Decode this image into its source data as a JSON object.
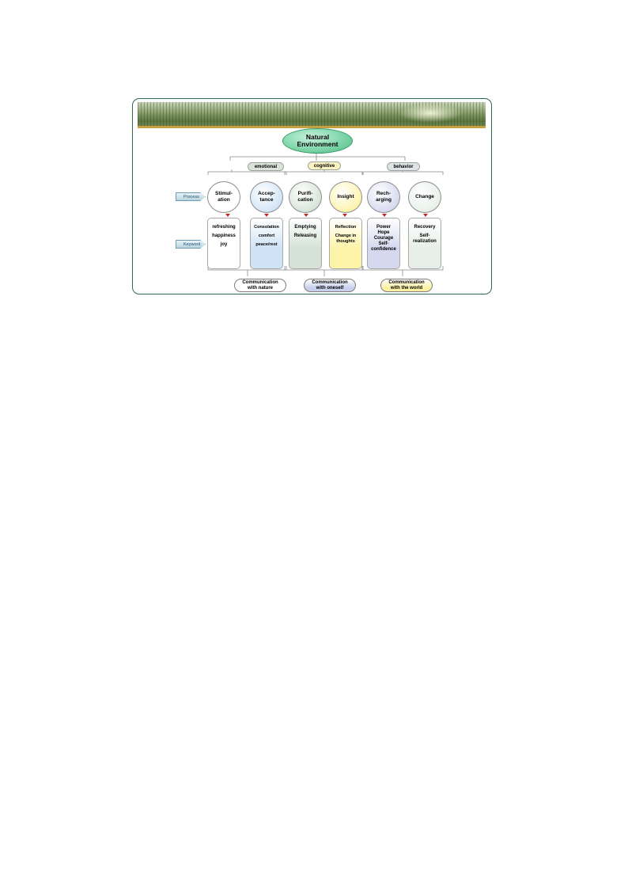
{
  "root": {
    "line1": "Natural",
    "line2": "Environment"
  },
  "domains": [
    {
      "label": "emotional",
      "bg": "#dde2dd"
    },
    {
      "label": "cognitive",
      "bg": "#fbf3c2"
    },
    {
      "label": "behavior",
      "bg": "#dfe2e6"
    }
  ],
  "row_tags": {
    "process": "Process",
    "keyword": "Keyword"
  },
  "processes": [
    {
      "label": "Stimul-\nation",
      "color": "#ffffff"
    },
    {
      "label": "Accep-\ntance",
      "color": "#cfe3f6"
    },
    {
      "label": "Purifi-\ncation",
      "color": "#d4e3d6"
    },
    {
      "label": "Insight",
      "color": "#fdf3a8"
    },
    {
      "label": "Rech-\narging",
      "color": "#d5d8ef"
    },
    {
      "label": "Change",
      "color": "#e7efe8"
    }
  ],
  "keywords": [
    {
      "items": [
        "refreshing",
        "happiness",
        "joy"
      ],
      "color": "#ffffff"
    },
    {
      "items": [
        "Consolation",
        "comfort",
        "peace/rest"
      ],
      "color": "#cfe3f6"
    },
    {
      "items": [
        "Emptying",
        "Releasing"
      ],
      "color": "#d4e3d6"
    },
    {
      "items": [
        "Reflection",
        "Change in thoughts"
      ],
      "color": "#fdf3a8"
    },
    {
      "items": [
        "Power",
        "Hope",
        "Courage",
        "Self-confidence"
      ],
      "color": "#d5d8ef"
    },
    {
      "items": [
        "Recovery",
        "Self-realization"
      ],
      "color": "#e7efe8"
    }
  ],
  "communications": [
    {
      "line1": "Communication",
      "line2": "with nature",
      "color": "#ffffff"
    },
    {
      "line1": "Communication",
      "line2": "with oneself",
      "color": "#c9d0ec"
    },
    {
      "line1": "Communication",
      "line2": "with the world",
      "color": "#fbf0a2"
    }
  ]
}
